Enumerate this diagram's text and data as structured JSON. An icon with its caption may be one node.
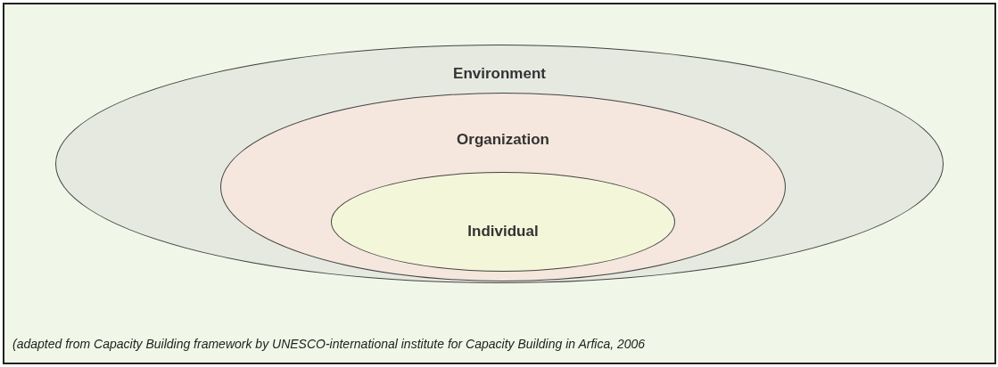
{
  "diagram": {
    "caption": "(adapted from Capacity Building framework by UNESCO-international institute for Capacity Building in Arfica, 2006",
    "nodes": [
      {
        "text": [
          "Environment"
        ]
      },
      {
        "text": [
          "Organization"
        ],
        "in": 0
      },
      {
        "text": [
          "Individual"
        ],
        "in": 1
      }
    ]
  }
}
